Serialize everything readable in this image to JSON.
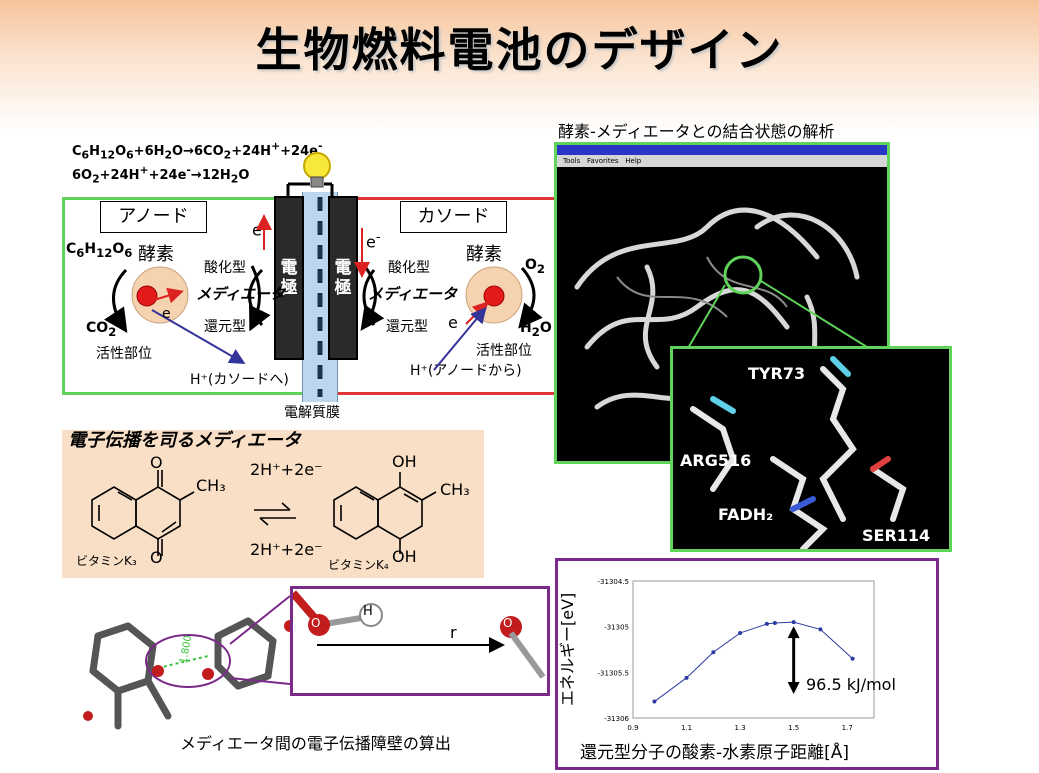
{
  "title": "生物燃料電池のデザイン",
  "equations": {
    "anode": "C6H12O6+6H2O→6CO2+24H++24e-",
    "cathode": "6O2+24H++24e-→12H2O"
  },
  "cell": {
    "anode_label": "アノード",
    "cathode_label": "カソード",
    "enzyme": "酵素",
    "oxidized": "酸化型",
    "reduced": "還元型",
    "mediator": "メディエータ",
    "active_site": "活性部位",
    "electrode": "電極",
    "electron": "e",
    "glucose": "C6H12O6",
    "co2": "CO2",
    "o2": "O2",
    "h2o": "H2O",
    "h_to_cathode": "H⁺(カソードへ)",
    "h_from_anode": "H⁺(アノードから)",
    "membrane": "電解質膜"
  },
  "mediator_panel": {
    "heading": "電子伝播を司るメディエータ",
    "forward": "2H⁺+2e⁻",
    "backward": "2H⁺+2e⁻",
    "ch3": "CH₃",
    "oh": "OH",
    "o": "O",
    "vitk3": "ビタミンK₃",
    "vitk4": "ビタミンK₄"
  },
  "docking": {
    "heading": "酵素-メディエータとの結合状態の解析",
    "menu": [
      "Tools",
      "Favorites",
      "Help"
    ],
    "residues": [
      "TYR73",
      "ARG516",
      "FADH₂",
      "SER114"
    ]
  },
  "barrier": {
    "caption": "メディエータ間の電子伝播障壁の算出",
    "distance_label": "1.800",
    "o_label": "O",
    "h_label": "H",
    "r_label": "r"
  },
  "chart_data": {
    "type": "line",
    "x": [
      0.98,
      1.1,
      1.2,
      1.3,
      1.4,
      1.43,
      1.5,
      1.6,
      1.72
    ],
    "values": [
      -31305.82,
      -31305.56,
      -31305.28,
      -31305.07,
      -31304.97,
      -31304.96,
      -31304.95,
      -31305.03,
      -31305.35
    ],
    "xlim": [
      0.9,
      1.8
    ],
    "ylim": [
      -31306,
      -31304.5
    ],
    "xticks": [
      "0.9",
      "1.1",
      "1.3",
      "1.5",
      "1.7"
    ],
    "yticks": [
      "-31304.5",
      "-31305",
      "-31305.5",
      "-31306"
    ],
    "xlabel": "還元型分子の酸素-水素原子距離[Å]",
    "ylabel": "エネルギー[eV]",
    "annotation": "96.5 kJ/mol",
    "color": "#2b3aa0"
  }
}
